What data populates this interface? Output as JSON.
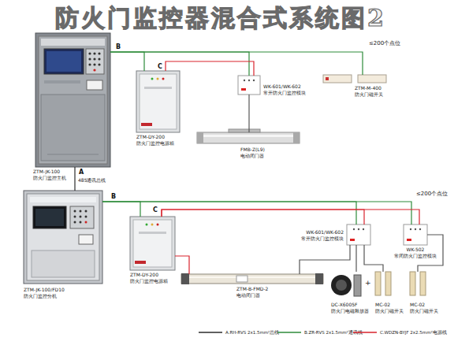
{
  "diagram": {
    "title": "防火门监控器混合式系统图2",
    "nodes": [
      {
        "text": [
          "ZTM-JK-100",
          "防火门监控主机"
        ]
      },
      {
        "text": [
          "ZTM-DY-200",
          "防火门监控电源箱"
        ]
      },
      {
        "text": [
          "WK-601/WK-602",
          "常开防火门监控模块"
        ]
      },
      {
        "text": [
          "FMB-Z(L9)",
          "电动闭门器"
        ]
      },
      {
        "text": [
          "ZTM-M-400",
          "防火门磁开关"
        ]
      },
      {
        "text": [
          "ZTM-JK-100/FD10",
          "防火门监控分机"
        ]
      },
      {
        "text": [
          "ZTM-DY-200",
          "防火门监控电源箱"
        ]
      },
      {
        "text": [
          "WK-601/WK-602",
          "常开防火门监控模块"
        ]
      },
      {
        "text": [
          "WK-502",
          "常闭防火门监控模块"
        ]
      },
      {
        "text": [
          "ZTM-B-FMD-2",
          "电动闭门器"
        ]
      },
      {
        "text": [
          "DC-X6005F",
          "防火门电磁释放器"
        ]
      },
      {
        "text": [
          "MC-02",
          "防火门磁开关"
        ]
      },
      {
        "text": [
          "MC-02",
          "防火门磁开关"
        ]
      }
    ],
    "edges": [
      {
        "from": 0,
        "to": 2,
        "arrow": "none",
        "label": "B"
      },
      {
        "from": 0,
        "to": 1,
        "arrow": "none"
      },
      {
        "from": 1,
        "to": 2,
        "arrow": "none",
        "label": "C"
      },
      {
        "from": 2,
        "to": 3,
        "arrow": "none"
      },
      {
        "from": 0,
        "to": 4,
        "arrow": "none"
      },
      {
        "from": 0,
        "to": 5,
        "arrow": "none",
        "label": "A"
      },
      {
        "from": 5,
        "to": 7,
        "arrow": "none",
        "label": "B"
      },
      {
        "from": 5,
        "to": 6,
        "arrow": "none"
      },
      {
        "from": 6,
        "to": 7,
        "arrow": "none",
        "label": "C"
      },
      {
        "from": 5,
        "to": 8,
        "arrow": "none"
      },
      {
        "from": 6,
        "to": 8,
        "arrow": "none"
      },
      {
        "from": 7,
        "to": 9,
        "arrow": "none"
      },
      {
        "from": 7,
        "to": 10,
        "arrow": "none"
      },
      {
        "from": 7,
        "to": 11,
        "arrow": "none"
      },
      {
        "from": 8,
        "to": 12,
        "arrow": "none"
      },
      {
        "from": 6,
        "to": 9,
        "arrow": "none"
      }
    ],
    "labels": [
      "≤200个点位",
      "485通讯总线",
      "≤200个点位",
      "+"
    ],
    "legend": [
      {
        "text": "A.RH-RVS 2x1.5mm²总线"
      },
      {
        "text": "B.ZR-RVS 2x1.5mm²通讯线"
      },
      {
        "text": "C.WDZN-BYJF 2x2.5mm²电源线"
      }
    ]
  }
}
